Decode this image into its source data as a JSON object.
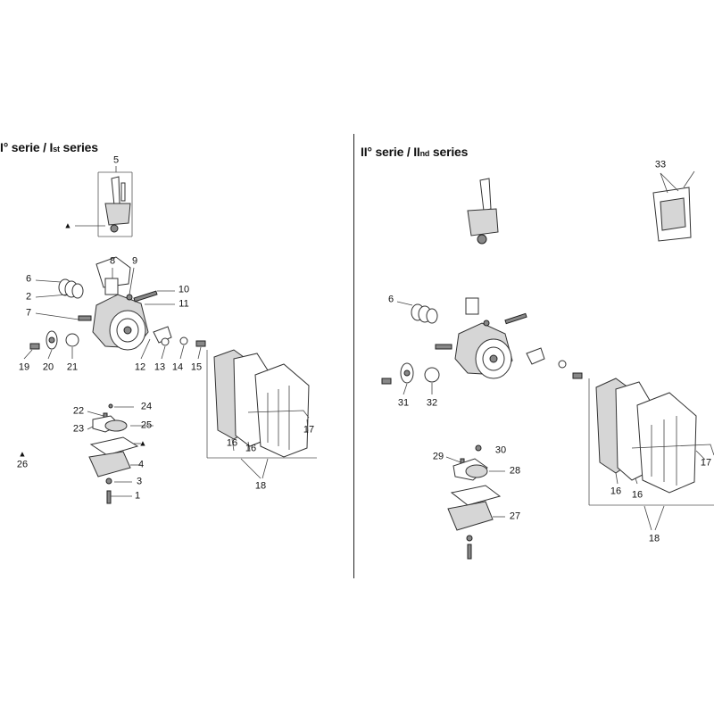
{
  "left_panel": {
    "heading_main": "I° serie / I",
    "heading_sup": "st",
    "heading_tail": " series",
    "labels": [
      "5",
      "6",
      "2",
      "7",
      "8",
      "9",
      "10",
      "11",
      "12",
      "13",
      "14",
      "15",
      "19",
      "20",
      "21",
      "22",
      "23",
      "24",
      "25",
      "4",
      "3",
      "1",
      "26",
      "16",
      "16",
      "17",
      "18"
    ]
  },
  "right_panel": {
    "heading_main": "II° serie / II",
    "heading_sup": "nd",
    "heading_tail": " series",
    "labels": [
      "33",
      "6",
      "31",
      "32",
      "29",
      "30",
      "28",
      "27",
      "16",
      "16",
      "17",
      "18"
    ]
  },
  "symbols": {
    "warning_triangle": "▲"
  }
}
